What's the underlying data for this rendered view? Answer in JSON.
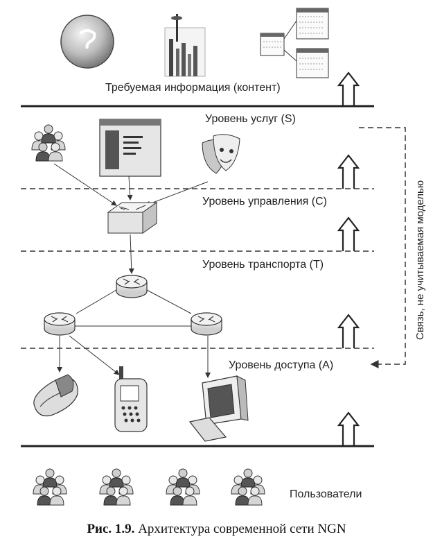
{
  "diagram": {
    "content_label": "Требуемая информация (контент)",
    "services_label": "Уровень услуг (S)",
    "control_label": "Уровень управления (C)",
    "transport_label": "Уровень транспорта (T)",
    "access_label": "Уровень доступа (A)",
    "users_label": "Пользователи",
    "side_label": "Связь, не учитываемая моделью"
  },
  "caption": {
    "prefix": "Рис. 1.9.",
    "text": "Архитектура современной сети NGN"
  },
  "icons": [
    "globe-icon",
    "city-chart-icon",
    "database-tables-icon",
    "user-group-icon",
    "web-page-icon",
    "theater-masks-icon",
    "switch-icon",
    "router-icon",
    "phone-icon",
    "cellphone-icon",
    "computer-icon",
    "up-arrow-icon"
  ]
}
